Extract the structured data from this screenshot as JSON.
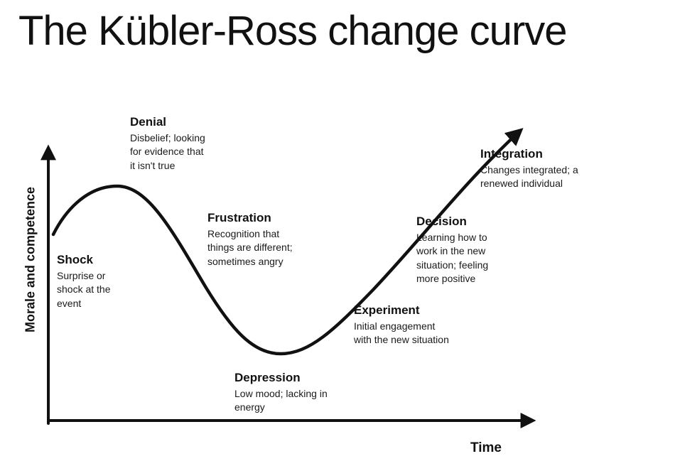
{
  "title": "The Kübler-Ross change curve",
  "axes": {
    "y_label": "Morale and competence",
    "x_label": "Time"
  },
  "stages": [
    {
      "name": "Shock",
      "description": "Surprise or shock at the event"
    },
    {
      "name": "Denial",
      "description": "Disbelief; looking for evidence that it isn't true"
    },
    {
      "name": "Frustration",
      "description": "Recognition that things are different; sometimes angry"
    },
    {
      "name": "Depression",
      "description": "Low mood; lacking in energy"
    },
    {
      "name": "Experiment",
      "description": "Initial engagement with the new situation"
    },
    {
      "name": "Decision",
      "description": "Learning how to work in the new situation; feeling more positive"
    },
    {
      "name": "Integration",
      "description": "Changes integrated; a renewed individual"
    }
  ],
  "colors": {
    "curve": "#111111",
    "text": "#1a1a1a",
    "background": "#ffffff"
  }
}
